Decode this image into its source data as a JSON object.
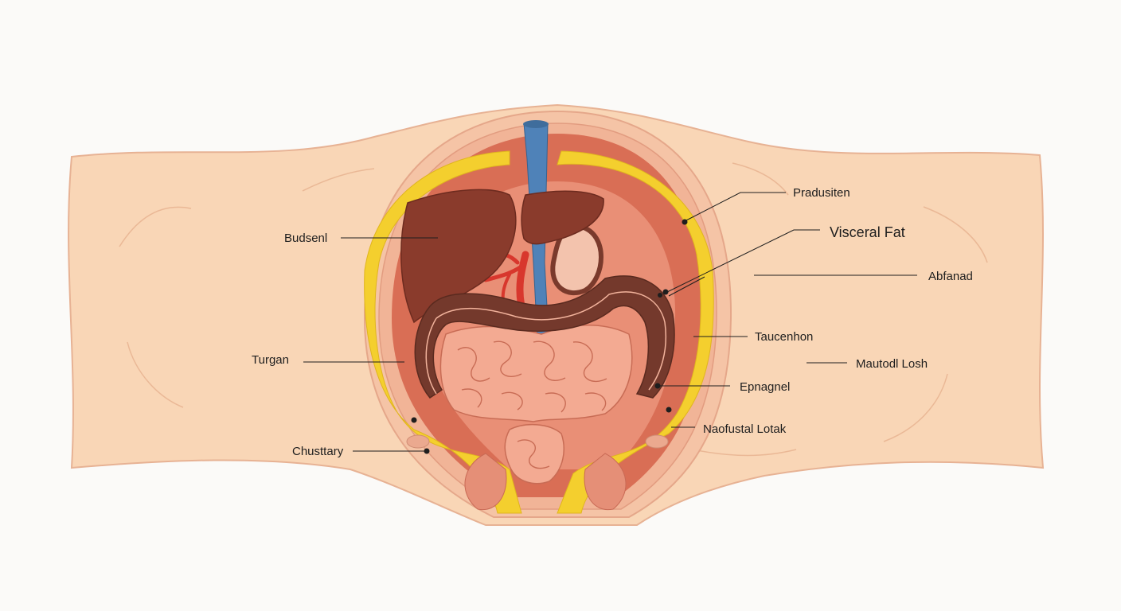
{
  "labels": {
    "budseni": "Budsenl",
    "pradusiten": "Pradusiten",
    "visceral_fat": "Visceral Fat",
    "abfanad": "Abfanad",
    "taucenhon": "Taucenhon",
    "turgan": "Turgan",
    "mautodl_losh": "Mautodl Losh",
    "epnagnel": "Epnagnel",
    "naofustal_lotak": "Naofustal Lotak",
    "chusttary": "Chusttary"
  },
  "colors": {
    "skin": "#f9d6b6",
    "skin_outline": "#e7b294",
    "muscle": "#d96e55",
    "fat": "#f4cf2e",
    "liver": "#8a3b2c",
    "colon": "#74392c",
    "intestine": "#f3aa92",
    "vessel_red": "#d8372d",
    "vessel_blue": "#4f82b8"
  }
}
